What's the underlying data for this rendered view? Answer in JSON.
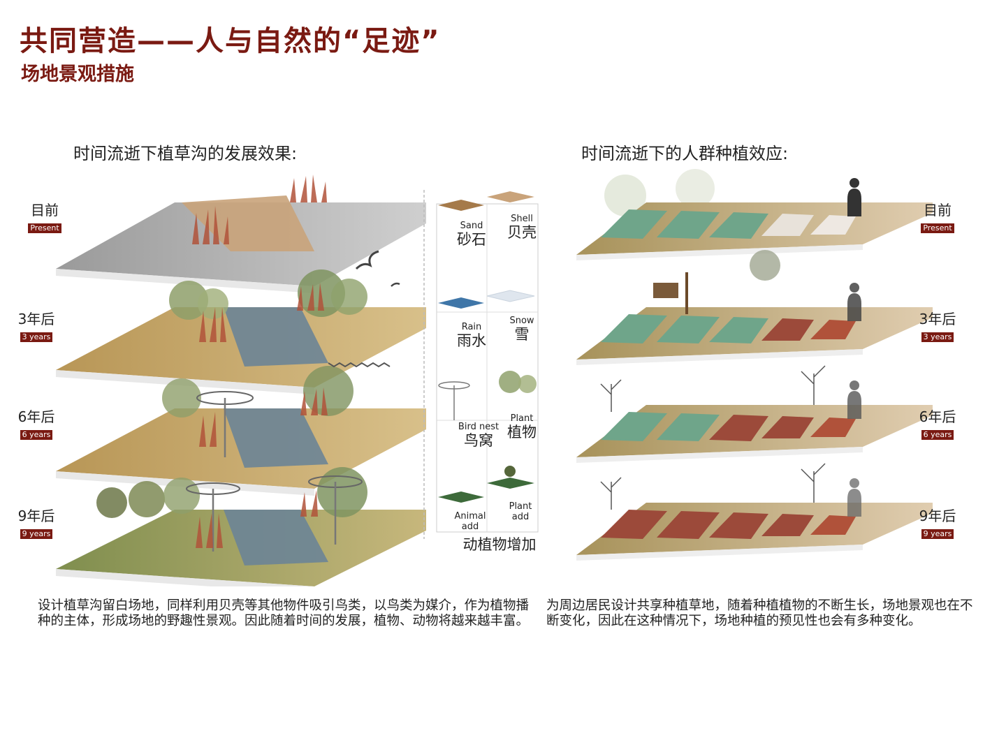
{
  "title": "共同营造——人与自然的“足迹”",
  "subtitle": "场地景观措施",
  "left": {
    "heading": "时间流逝下植草沟的发展效果:",
    "description": "设计植草沟留白场地，同样利用贝壳等其他物件吸引鸟类，以鸟类为媒介，作为植物播种的主体，形成场地的野趣性景观。因此随着时间的发展，植物、动物将越来越丰富。"
  },
  "right": {
    "heading": "时间流逝下的人群种植效应:",
    "description": "为周边居民设计共享种植草地，随着种植植物的不断生长，场地景观也在不断变化，因此在这种情况下，场地种植的预见性也会有多种变化。"
  },
  "timeline": [
    {
      "cn": "目前",
      "en": "Present"
    },
    {
      "cn": "3年后",
      "en": "3 years"
    },
    {
      "cn": "6年后",
      "en": "6 years"
    },
    {
      "cn": "9年后",
      "en": "9 years"
    }
  ],
  "legend": [
    {
      "en": "Sand",
      "cn": "砂石",
      "swatch": "sand"
    },
    {
      "en": "Shell",
      "cn": "贝壳",
      "swatch": "shell"
    },
    {
      "en": "Rain",
      "cn": "雨水",
      "swatch": "rain"
    },
    {
      "en": "Snow",
      "cn": "雪",
      "swatch": "snow"
    },
    {
      "en": "Bird nest",
      "cn": "鸟窝",
      "swatch": "nest"
    },
    {
      "en": "Plant",
      "cn": "植物",
      "swatch": "plant"
    },
    {
      "en": "Animal add",
      "cn": "",
      "swatch": "animal"
    },
    {
      "en": "Plant add",
      "cn": "",
      "swatch": "plantadd"
    }
  ],
  "legend_footer": "动植物增加",
  "colors": {
    "accent": "#7a1a12",
    "grass_dry": "#c9a86a",
    "grass_green": "#8d9a5a",
    "water": "#5f7f92",
    "reed": "#b0523a",
    "plot_green": "#6fa58a",
    "path": "#c8aaa0"
  }
}
